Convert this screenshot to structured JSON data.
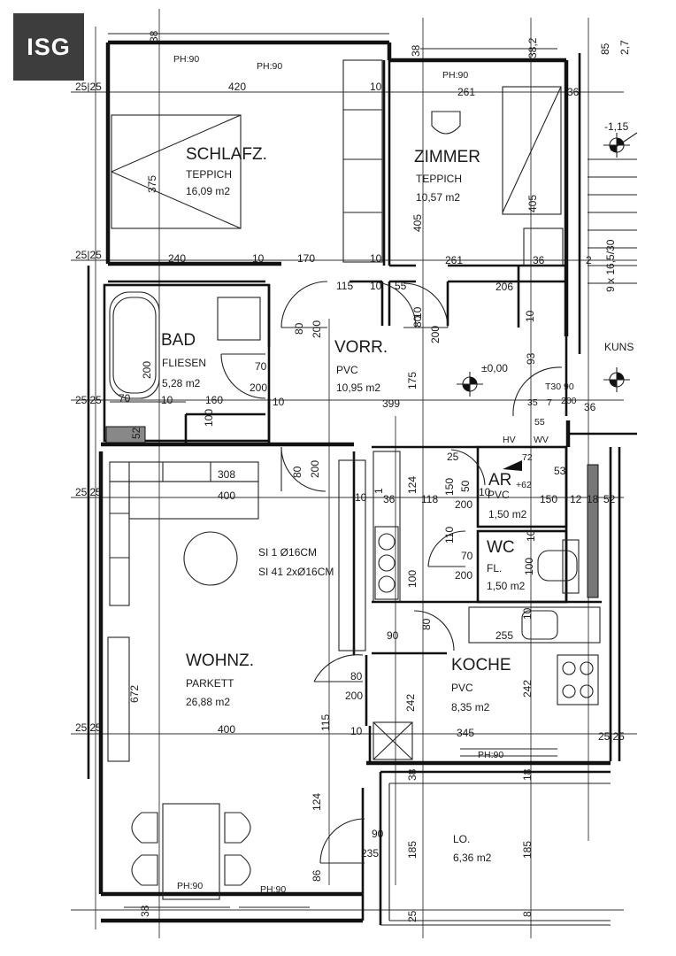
{
  "logo": "ISG",
  "rooms": {
    "schlafz": {
      "name": "SCHLAFZ.",
      "floor": "TEPPICH",
      "area": "16,09 m2"
    },
    "zimmer": {
      "name": "ZIMMER",
      "floor": "TEPPICH",
      "area": "10,57 m2"
    },
    "bad": {
      "name": "BAD",
      "floor": "FLIESEN",
      "area": "5,28 m2"
    },
    "vorr": {
      "name": "VORR.",
      "floor": "PVC",
      "area": "10,95 m2"
    },
    "ar": {
      "name": "AR",
      "floor": "PVC",
      "area": "1,50 m2"
    },
    "wc": {
      "name": "WC",
      "floor": "FL.",
      "area": "1,50 m2"
    },
    "wohnz": {
      "name": "WOHNZ.",
      "floor": "PARKETT",
      "area": "26,88 m2"
    },
    "koche": {
      "name": "KOCHE",
      "floor": "PVC",
      "area": "8,35 m2"
    },
    "lo": {
      "name": "LO.",
      "area": "6,36 m2"
    }
  },
  "notes": {
    "si1": "SI 1   Ø16CM",
    "si41": "SI 41  2xØ16CM",
    "level0": "±0,00",
    "level_stair": "-1,15",
    "stair": "9 x 16,5/30",
    "kuns": "KUNS",
    "t30": "T30 90",
    "hv": "HV",
    "wv": "WV",
    "plus62": "+62"
  },
  "dims": {
    "d38a": "38",
    "d38b": "38",
    "d382": "38,2",
    "d85": "85",
    "d27": "2,7",
    "ph1": "PH:90",
    "ph2": "PH:90",
    "ph3": "PH:90",
    "ph4": "PH:90",
    "ph5": "PH:90",
    "ph6": "PH:90",
    "d420": "420",
    "d261a": "261",
    "d10a": "10",
    "d36a": "36",
    "d2525a": "25|25",
    "d375": "375",
    "d405a": "405",
    "d405b": "405",
    "d240": "240",
    "d10b": "10",
    "d170": "170",
    "d10c": "10",
    "d261b": "261",
    "d36b": "36",
    "d2b": "2",
    "d2525b": "25|25",
    "d115": "115",
    "d10d": "10",
    "d55": "55",
    "d206": "206",
    "d80a": "80",
    "d200a": "200",
    "d80b": "80",
    "d10e": "10",
    "d200b": "200",
    "d10f": "10",
    "d200c": "200",
    "d70a": "70",
    "d200d": "200",
    "d175": "175",
    "d93": "93",
    "d2525c": "25|25",
    "d70b": "70",
    "d10g": "10",
    "d160": "160",
    "d10h": "10",
    "d399": "399",
    "d35": "35",
    "d7": "7",
    "d200e": "200",
    "d36c": "36",
    "d55b": "55",
    "d100a": "100",
    "d52": "52",
    "d308": "308",
    "d400a": "400",
    "d80c": "80",
    "d200f": "200",
    "d10i": "10",
    "d1": "1",
    "d36d": "36",
    "d124a": "124",
    "d118": "118",
    "d150a": "150",
    "d50": "50",
    "d200g": "200",
    "d10j": "10",
    "d2525d": "25|25",
    "d25": "25",
    "d72": "72",
    "d53": "53",
    "d150b": "150",
    "d12": "12",
    "d18": "18",
    "d52b": "52",
    "d110": "110",
    "d70c": "70",
    "d200h": "200",
    "d100b": "100",
    "d100c": "100",
    "d10k": "10",
    "d90a": "90",
    "d80d": "80",
    "d255": "255",
    "d10l": "10",
    "d672": "672",
    "d80e": "80",
    "d200i": "200",
    "d242a": "242",
    "d242b": "242",
    "d2525e": "25|25",
    "d400b": "400",
    "d115b": "115",
    "d10m": "10",
    "d345": "345",
    "d2525f": "25|25",
    "d38c": "38",
    "d18b": "18",
    "d124b": "124",
    "d90b": "90",
    "d235": "235",
    "d185a": "185",
    "d185b": "185",
    "d86": "86",
    "d38d": "38",
    "d25b": "25",
    "d8": "8"
  }
}
